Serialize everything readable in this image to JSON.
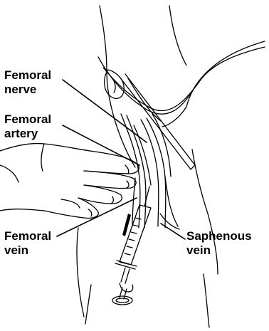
{
  "labels": {
    "femoral_nerve": {
      "line1": "Femoral",
      "line2": "nerve"
    },
    "femoral_artery": {
      "line1": "Femoral",
      "line2": "artery"
    },
    "femoral_vein": {
      "line1": "Femoral",
      "line2": "vein"
    },
    "saphenous_vein": {
      "line1": "Saphenous",
      "line2": "vein"
    }
  },
  "colors": {
    "ink": "#000000",
    "background": "#ffffff"
  }
}
